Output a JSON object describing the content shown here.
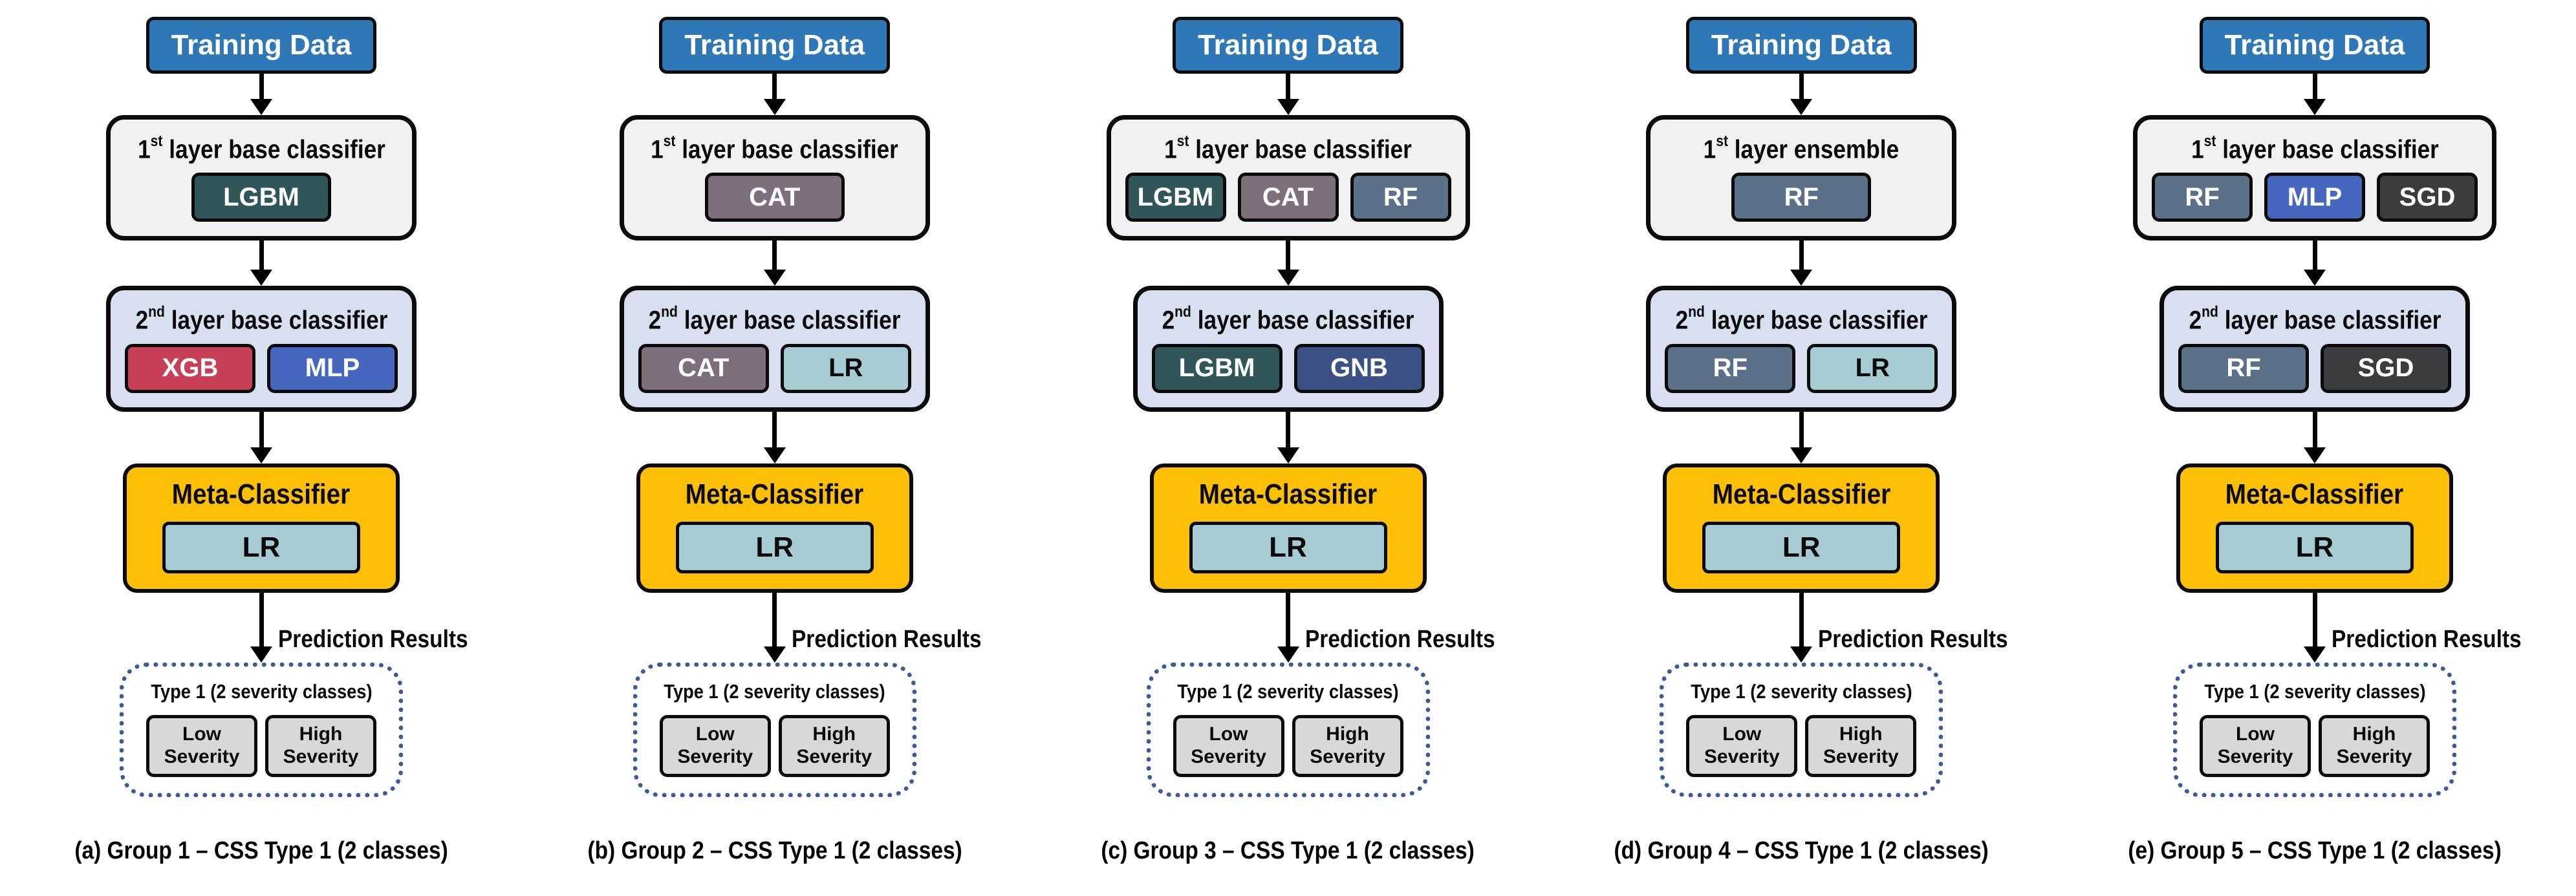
{
  "colors": {
    "background": "#FFFFFF",
    "box_border": "#0B0B0B",
    "arrow": "#000000",
    "training_bg": "#2E78B8",
    "training_text": "#FFFFFF",
    "layer1_bg": "#F1F1F1",
    "layer2_bg": "#D9DEF0",
    "meta_bg": "#FDC006",
    "severity_bg": "#D8D8D8",
    "dotted_border": "#3D5A98",
    "chips": {
      "LGBM": "#315659",
      "CAT": "#7E6F7D",
      "RF": "#5D7089",
      "XGB": "#C74058",
      "MLP": "#4667BE",
      "GNB": "#3C5183",
      "SGD": "#3A3C3E",
      "LR": "#A7CBD2"
    }
  },
  "shared": {
    "training_label": "Training Data",
    "layer2": {
      "num": "2",
      "sup": "nd",
      "rest": " layer base classifier"
    },
    "meta_title": "Meta-Classifier",
    "meta_chip": {
      "label": "LR",
      "color": "#A7CBD2"
    },
    "prediction_label": "Prediction Results",
    "output_title": "Type 1 (2 severity classes)",
    "low_label": "Low Severity",
    "high_label": "High Severity"
  },
  "columns": [
    {
      "caption": "(a) Group 1 – CSS Type 1 (2 classes)",
      "layer1": {
        "num": "1",
        "sup": "st",
        "rest": " layer base classifier",
        "chips": [
          {
            "label": "LGBM",
            "color": "#315659"
          }
        ]
      },
      "layer2": {
        "chips": [
          {
            "label": "XGB",
            "color": "#C74058"
          },
          {
            "label": "MLP",
            "color": "#4667BE"
          }
        ]
      }
    },
    {
      "caption": "(b) Group 2 – CSS Type 1 (2 classes)",
      "layer1": {
        "num": "1",
        "sup": "st",
        "rest": " layer base classifier",
        "chips": [
          {
            "label": "CAT",
            "color": "#7E6F7D"
          }
        ]
      },
      "layer2": {
        "chips": [
          {
            "label": "CAT",
            "color": "#7E6F7D"
          },
          {
            "label": "LR",
            "color": "#A7CBD2"
          }
        ]
      }
    },
    {
      "caption": "(c) Group 3 – CSS Type 1 (2 classes)",
      "layer1": {
        "num": "1",
        "sup": "st",
        "rest": " layer base classifier",
        "chips": [
          {
            "label": "LGBM",
            "color": "#315659"
          },
          {
            "label": "CAT",
            "color": "#7E6F7D"
          },
          {
            "label": "RF",
            "color": "#5D7089"
          }
        ]
      },
      "layer2": {
        "chips": [
          {
            "label": "LGBM",
            "color": "#315659"
          },
          {
            "label": "GNB",
            "color": "#3C5183"
          }
        ]
      }
    },
    {
      "caption": "(d) Group 4 – CSS Type 1 (2 classes)",
      "layer1": {
        "num": "1",
        "sup": "st",
        "rest": " layer ensemble",
        "chips": [
          {
            "label": "RF",
            "color": "#5D7089"
          }
        ]
      },
      "layer2": {
        "chips": [
          {
            "label": "RF",
            "color": "#5D7089"
          },
          {
            "label": "LR",
            "color": "#A7CBD2"
          }
        ]
      }
    },
    {
      "caption": "(e) Group 5 – CSS Type 1 (2 classes)",
      "layer1": {
        "num": "1",
        "sup": "st",
        "rest": " layer base classifier",
        "chips": [
          {
            "label": "RF",
            "color": "#5D7089"
          },
          {
            "label": "MLP",
            "color": "#4667BE"
          },
          {
            "label": "SGD",
            "color": "#3A3C3E"
          }
        ]
      },
      "layer2": {
        "chips": [
          {
            "label": "RF",
            "color": "#5D7089"
          },
          {
            "label": "SGD",
            "color": "#3A3C3E"
          }
        ]
      }
    }
  ]
}
